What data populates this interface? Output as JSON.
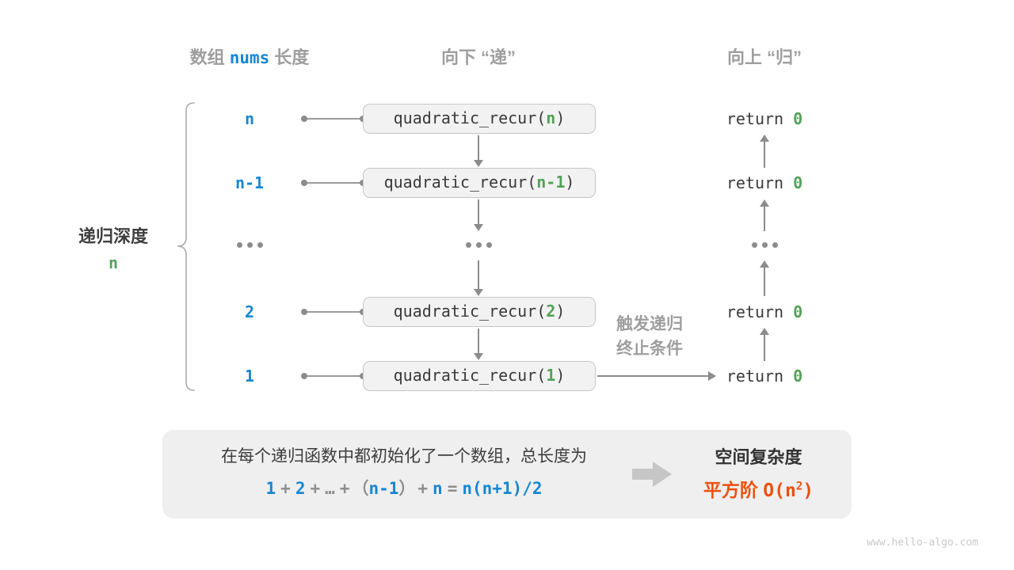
{
  "title_row": {
    "left": {
      "pre": "数组 ",
      "code": "nums",
      "post": " 长度"
    },
    "middle": "向下 “递”",
    "right": "向上 “归”"
  },
  "depth_brace": {
    "label": "递归深度",
    "value": "n"
  },
  "rows": [
    {
      "depth": "n",
      "call_pre": "quadratic_recur(",
      "call_arg": "n",
      "call_post": ")",
      "ret_pre": "return ",
      "ret_val": "0"
    },
    {
      "depth": "n-1",
      "call_pre": "quadratic_recur(",
      "call_arg": "n-1",
      "call_post": ")",
      "ret_pre": "return ",
      "ret_val": "0"
    },
    {
      "depth": "2",
      "call_pre": "quadratic_recur(",
      "call_arg": "2",
      "call_post": ")",
      "ret_pre": "return ",
      "ret_val": "0"
    },
    {
      "depth": "1",
      "call_pre": "quadratic_recur(",
      "call_arg": "1",
      "call_post": ")",
      "ret_pre": "return ",
      "ret_val": "0"
    }
  ],
  "trigger_note": {
    "line1": "触发递归",
    "line2": "终止条件"
  },
  "summary_panel": {
    "line1": "在每个递归函数中都初始化了一个数组，总长度为",
    "formula_tokens": [
      {
        "text": "1",
        "color": "blue"
      },
      {
        "text": "+",
        "color": "gray"
      },
      {
        "text": "2",
        "color": "blue"
      },
      {
        "text": "+",
        "color": "gray"
      },
      {
        "text": "…",
        "color": "gray"
      },
      {
        "text": "+",
        "color": "gray"
      },
      {
        "text": "（",
        "color": "gray"
      },
      {
        "text": "n-1",
        "color": "blue"
      },
      {
        "text": "）",
        "color": "gray"
      },
      {
        "text": "+",
        "color": "gray"
      },
      {
        "text": "n",
        "color": "blue"
      },
      {
        "text": "=",
        "color": "gray"
      },
      {
        "text": "n(n+1)/2",
        "color": "blue"
      }
    ],
    "result_title": "空间复杂度",
    "result_value": {
      "cjk": "平方阶 ",
      "code_pre": "O(n",
      "sup": "2",
      "code_post": ")"
    }
  },
  "watermark": "www.hello-algo.com",
  "colors": {
    "blue": "#1687d2",
    "green": "#53a158",
    "orange": "#ed500f",
    "gray_label": "#9e9e9e",
    "dark_text": "#3a3a3a",
    "arrow_gray": "#8c8c8c",
    "box_fill": "#f2f2f2",
    "box_border": "#c6c6c6",
    "panel_fill": "#efefef"
  }
}
